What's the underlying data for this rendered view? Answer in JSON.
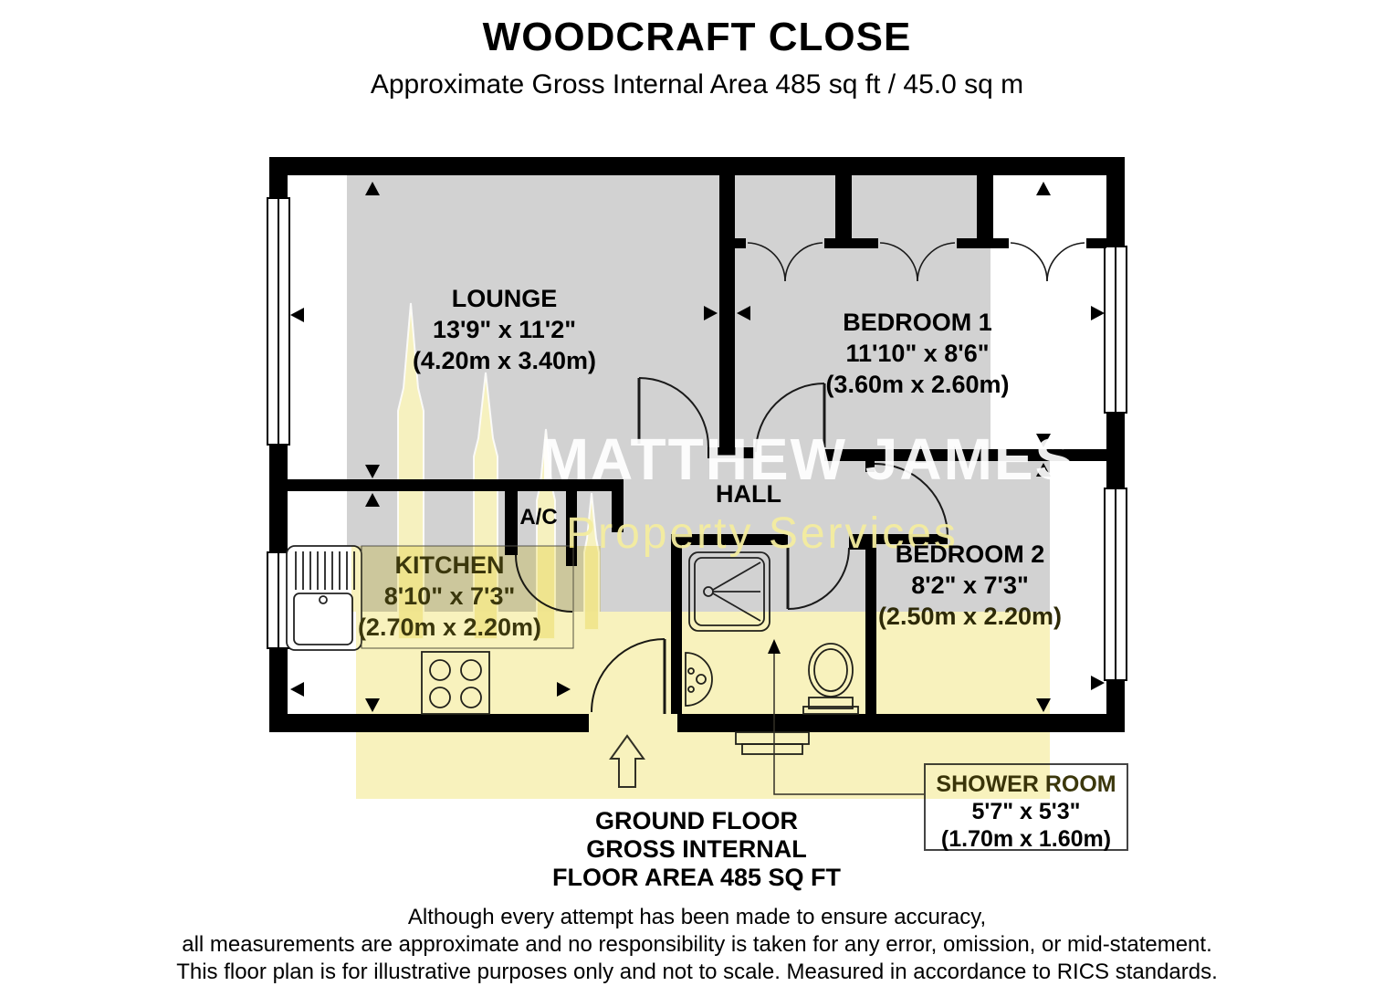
{
  "title": "WOODCRAFT CLOSE",
  "subtitle": "Approximate Gross Internal Area 485 sq ft / 45.0 sq m",
  "watermark": {
    "line1": "MATTHEW JAMES",
    "line2": "Property Services"
  },
  "rooms": {
    "lounge": {
      "name": "LOUNGE",
      "imperial": "13'9\" x 11'2\"",
      "metric": "(4.20m x 3.40m)"
    },
    "bedroom1": {
      "name": "BEDROOM 1",
      "imperial": "11'10\" x 8'6\"",
      "metric": "(3.60m x 2.60m)"
    },
    "bedroom2": {
      "name": "BEDROOM 2",
      "imperial": "8'2\" x 7'3\"",
      "metric": "(2.50m x 2.20m)"
    },
    "kitchen": {
      "name": "KITCHEN",
      "imperial": "8'10\" x 7'3\"",
      "metric": "(2.70m x 2.20m)"
    },
    "shower": {
      "name": "SHOWER ROOM",
      "imperial": "5'7\" x 5'3\"",
      "metric": "(1.70m x 1.60m)"
    },
    "hall": {
      "name": "HALL"
    },
    "ac": {
      "name": "A/C"
    }
  },
  "footer": {
    "floor_line1": "GROUND FLOOR",
    "floor_line2": "GROSS INTERNAL",
    "floor_line3": "FLOOR AREA 485 SQ FT",
    "disclaimer_line1": "Although every attempt has been made to ensure accuracy,",
    "disclaimer_line2": "all measurements are approximate and no responsibility is taken for any error, omission, or mid-statement.",
    "disclaimer_line3": "This floor plan is for illustrative purposes only and not to scale. Measured in accordance to RICS standards."
  },
  "icons": {
    "measure_arrow": "solid black triangle",
    "entrance_arrow": "hollow up arrow",
    "logo_spires": "cathedral spires silhouette"
  },
  "colors": {
    "wall": "#000000",
    "floor_gray": "#d2d2d2",
    "highlight_yellow": "#f8f2bd",
    "watermark_yellow": "#f3eda8",
    "watermark_white": "#ffffff"
  }
}
